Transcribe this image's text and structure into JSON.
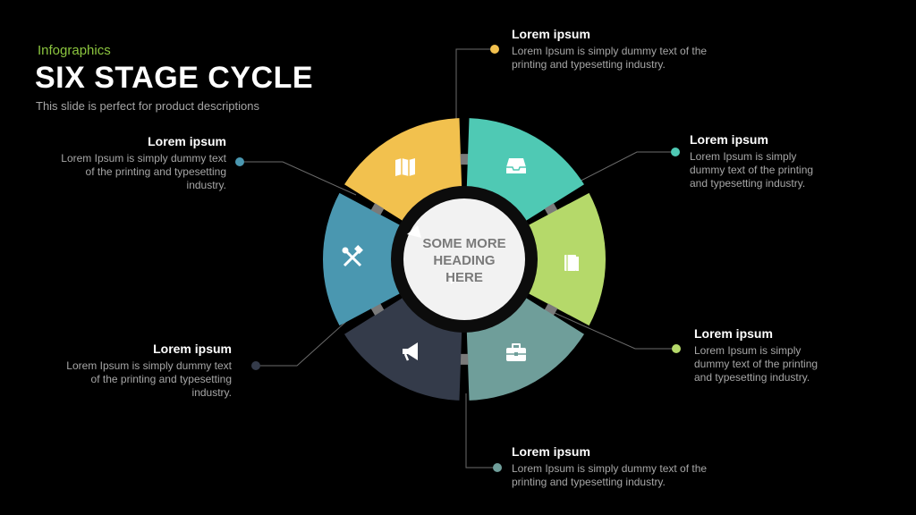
{
  "header": {
    "kicker": "Infographics",
    "title": "SIX STAGE CYCLE",
    "subtitle": "This slide is perfect for product descriptions"
  },
  "center": {
    "lines": [
      "SOME MORE",
      "HEADING",
      "HERE"
    ]
  },
  "colors": {
    "background": "#000000",
    "kicker": "#8cc63f",
    "segment_yellow": "#f2c14e",
    "segment_teal": "#4fc9b4",
    "segment_green": "#b5d96a",
    "segment_grey_teal": "#6f9e9a",
    "segment_dark": "#343b4a",
    "segment_blue": "#4a97b0"
  },
  "stages": [
    {
      "heading": "Lorem ipsum",
      "body": "Lorem Ipsum is simply dummy text of the printing and typesetting industry.",
      "icon": "map-icon",
      "color": "#f2c14e"
    },
    {
      "heading": "Lorem ipsum",
      "body": "Lorem Ipsum is simply dummy text of the printing and typesetting industry.",
      "icon": "inbox-tray-icon",
      "color": "#4fc9b4"
    },
    {
      "heading": "Lorem ipsum",
      "body": "Lorem Ipsum is simply dummy text of the printing and typesetting industry.",
      "icon": "book-icon",
      "color": "#b5d96a"
    },
    {
      "heading": "Lorem ipsum",
      "body": "Lorem Ipsum is simply dummy text of the printing and typesetting industry.",
      "icon": "briefcase-icon",
      "color": "#6f9e9a"
    },
    {
      "heading": "Lorem ipsum",
      "body": "Lorem Ipsum is simply dummy text of the printing and typesetting industry.",
      "icon": "megaphone-icon",
      "color": "#343b4a"
    },
    {
      "heading": "Lorem ipsum",
      "body": "Lorem Ipsum is simply dummy text of the printing and typesetting industry.",
      "icon": "tools-icon",
      "color": "#4a97b0"
    }
  ]
}
